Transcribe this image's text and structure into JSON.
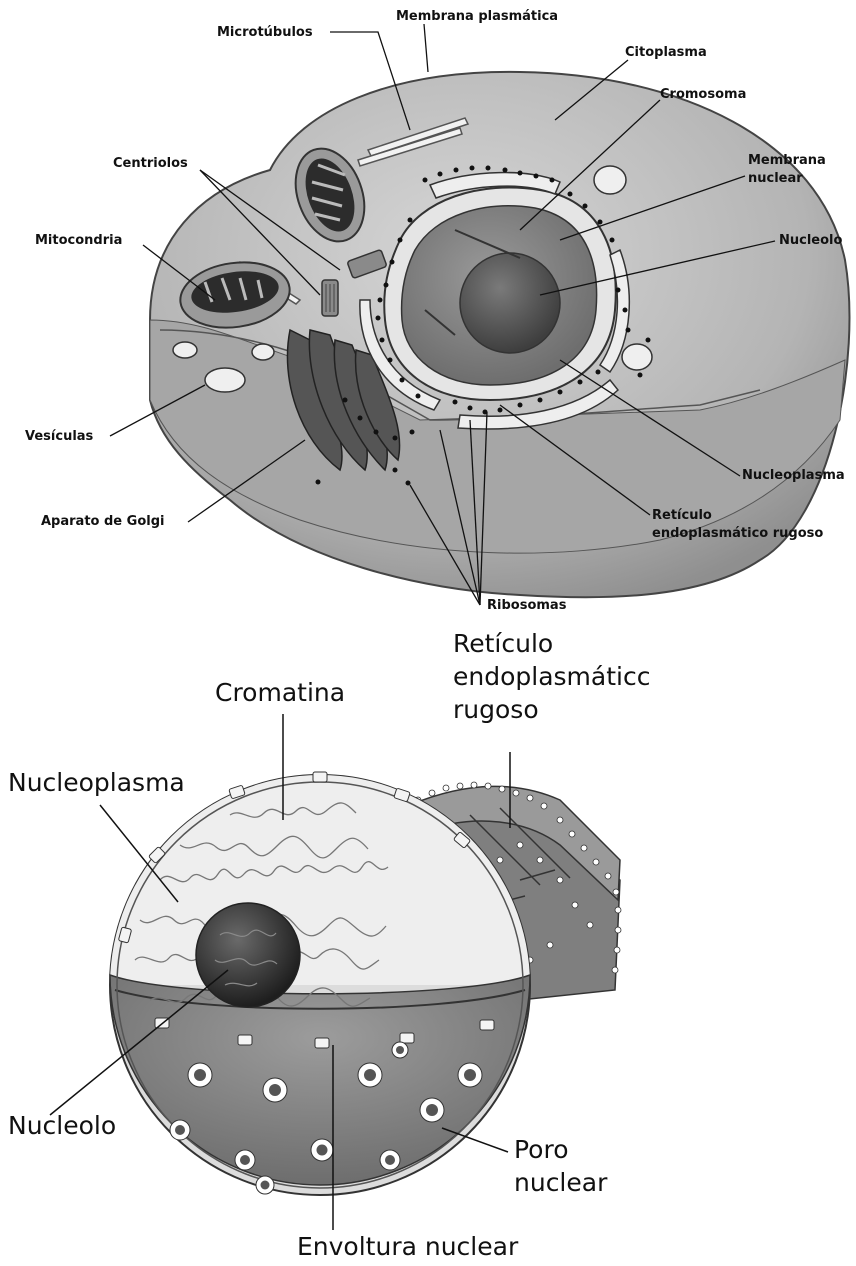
{
  "cell_diagram": {
    "labels": {
      "microtubulos": "Microtúbulos",
      "membrana_plasmatica": "Membrana plasmática",
      "citoplasma": "Citoplasma",
      "cromosoma": "Cromosoma",
      "membrana_nuclear_1": "Membrana",
      "membrana_nuclear_2": "nuclear",
      "centriolos": "Centriolos",
      "mitocondria": "Mitocondria",
      "nucleolo": "Nucleolo",
      "vesiculas": "Vesículas",
      "nucleoplasma": "Nucleoplasma",
      "aparato_golgi": "Aparato de Golgi",
      "reticulo_1": "Retículo",
      "reticulo_2": "endoplasmático rugoso",
      "ribosomas": "Ribosomas"
    }
  },
  "nucleus_diagram": {
    "labels": {
      "reticulo_1": "Retículo",
      "reticulo_2": "endoplasmáticc",
      "reticulo_3": "rugoso",
      "cromatina": "Cromatina",
      "nucleoplasma": "Nucleoplasma",
      "nucleolo": "Nucleolo",
      "poro_1": "Poro",
      "poro_2": "nuclear",
      "envoltura": "Envoltura nuclear"
    }
  }
}
